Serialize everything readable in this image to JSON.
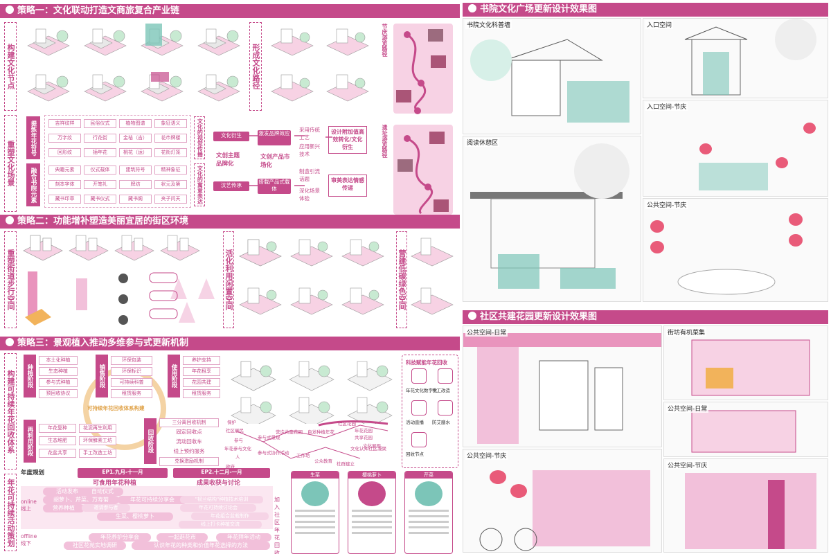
{
  "s1": {
    "title": "策略一：文化联动打造文商旅复合产业链",
    "v1": "构建文化节点",
    "v2": "形成文化路径",
    "v3": "重塑文化场景",
    "route1": "遗址游览路径",
    "route2": "节庆游览路径",
    "pkA": "提炼年花符号",
    "pkB": "融合书院元素",
    "rA": "文化的视觉传播",
    "rB": "文化的寓意表达",
    "tags": [
      "吉祥纹样",
      "民俗仪式",
      "植物图谱",
      "象征语义",
      "万字纹",
      "行花街",
      "金桔（吉）",
      "花市牌楼",
      "回形纹",
      "插年花",
      "桃花（运）",
      "花街灯笼",
      "典籍元素",
      "仪式载体",
      "建筑符号",
      "精神象征",
      "刻本字体",
      "开笔礼",
      "牌坊",
      "状元及第",
      "藏书印章",
      "藏书仪式",
      "藏书阁",
      "夹子问天"
    ],
    "flow": {
      "a": "文化衍生",
      "b": "激发品牌效应",
      "c": "文创主题品牌化",
      "d": "文创产品市场化",
      "e": "汶艺传承",
      "f": "搭载产品式载体",
      "g": "采用传统工艺",
      "h": "应用新兴技术",
      "i": "制造引流话题",
      "j": "深化场景体验",
      "k": "设计附加值高效转化/文化衍生",
      "l": "审美表达情感传递"
    }
  },
  "s2": {
    "title": "策略二：功能增补塑造美丽宜居的街区环境",
    "v1": "重塑街道步行空间",
    "v2": "活化利用闲置空间",
    "v3": "营建低碳绿色空间"
  },
  "s3": {
    "title": "策略三：景观植入推动多维参与式更新机制",
    "v1": "构建可持续年花回收体系",
    "v2": "年花可持续活动策划",
    "stages": {
      "plant": "种植阶段",
      "sell": "销售阶段",
      "use": "使用阶段",
      "reuse": "再利用阶段",
      "recycle": "回收阶段"
    },
    "plantItems": [
      "本土化种植",
      "生态种植",
      "参与式种植",
      "预回收协议"
    ],
    "sellItems": [
      "环保包装",
      "环保标识",
      "可持续科普",
      "租赁服务"
    ],
    "useItems": [
      "养护支持",
      "年花租享",
      "花园共建",
      "租赁服务"
    ],
    "reuseItems": [
      "年花复种",
      "花泥再生利用",
      "生态堆肥",
      "环保酵素工坊",
      "花盆共享",
      "手工改造工坊"
    ],
    "recycleItems": [
      "三分离回收机制",
      "固定回收点",
      "流动回收车",
      "线上预约服务",
      "兑换激励机制"
    ],
    "center": "可持续年花回收体系构建",
    "tech": "科技赋能年花回收",
    "techItems": [
      "年花文化数字化",
      "手工改造",
      "活动直播",
      "防艾膳水",
      "回收节点"
    ],
    "net": [
      "保护",
      "社区居民",
      "参与",
      "年花参与文化",
      "人",
      "政府",
      "参与式景观",
      "参与式协作活动",
      "营造共建花园",
      "自发种植年花",
      "社区花园",
      "年花花园",
      "共享花园",
      "文化认知社区凝聚",
      "文化展现",
      "工作坊",
      "公众教育",
      "社群建立"
    ],
    "timeline": {
      "label": "年度规划",
      "ep1": "EP1.九月-十一月",
      "ep2": "EP2.十二月-一月",
      "t1": "可食用年花种植",
      "t2": "成果收获与讨论",
      "online": "online线上",
      "offline": "offline线下",
      "join": "加入社区年花回收",
      "on": [
        "活动发布",
        "自动仪式",
        "胡萝卜、芹菜、万寿菊",
        "年花可持续分享会",
        "营养种植",
        "生菜、樱桃萝卜",
        "\"韧兰结构\"种植技术培训",
        "邀请参与者",
        "年花可持续讨论会",
        "线上打卡种植交流",
        "年花组合盆栽制作"
      ],
      "off": [
        "年花养护分享会",
        "一起逛花市",
        "年花拜年活动",
        "社区花苑实地调研",
        "认识年花的种类和价值年花选择的方法"
      ]
    },
    "crops": [
      "生菜",
      "樱桃萝卜",
      "芹菜"
    ]
  },
  "r1": {
    "title": "书院文化广场更新设计效果图",
    "s": [
      "书院文化科普墙",
      "入口空间",
      "入口空间-节庆",
      "阅读休憩区",
      "公共空间-节庆"
    ]
  },
  "r2": {
    "title": "社区共建花园更新设计效果图",
    "s": [
      "公共空间-日常",
      "街坊有机菜集",
      "公共空间-日常",
      "公共空间-节庆",
      "公共空间-节庆"
    ]
  },
  "colors": {
    "pink": "#c54a8a",
    "teal": "#7cc5b8",
    "lightpink": "#f2c0da"
  }
}
